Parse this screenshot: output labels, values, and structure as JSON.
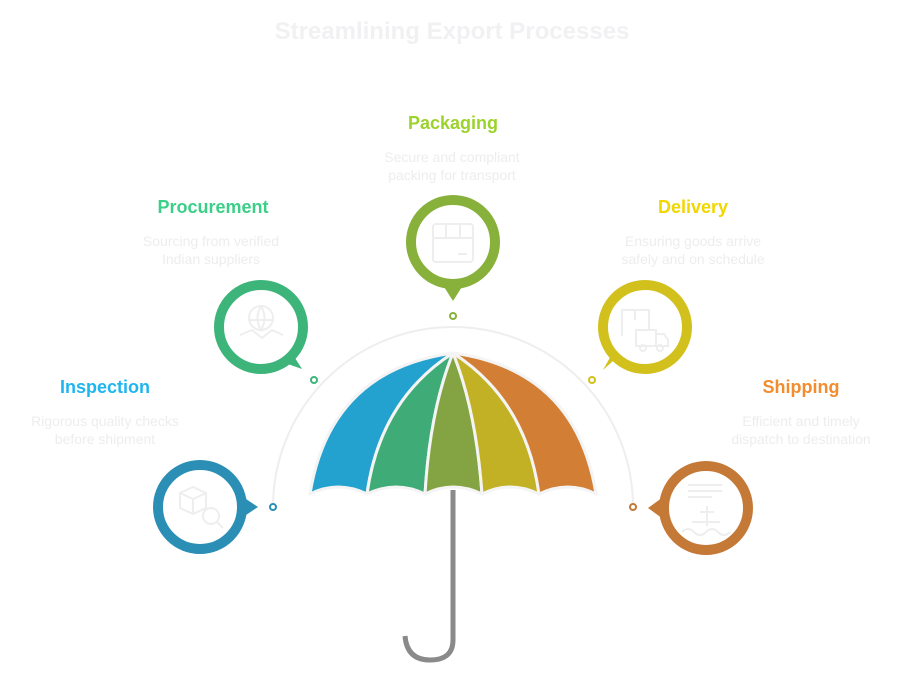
{
  "title": "Streamlining Export Processes",
  "steps": [
    {
      "label": "Inspection",
      "desc1": "Rigorous quality checks",
      "desc2": "before shipment",
      "icon": "box-search-icon",
      "color": "#2b8fb5",
      "label_color": "#1fb6ef"
    },
    {
      "label": "Procurement",
      "desc1": "Sourcing from verified",
      "desc2": "Indian suppliers",
      "icon": "handshake-globe-icon",
      "color": "#3db57a",
      "label_color": "#3ccf88"
    },
    {
      "label": "Packaging",
      "desc1": "Secure and compliant",
      "desc2": "packing for transport",
      "icon": "package-icon",
      "color": "#87b13b",
      "label_color": "#9bd32c"
    },
    {
      "label": "Delivery",
      "desc1": "Ensuring goods arrive",
      "desc2": "safely and on schedule",
      "icon": "delivery-truck-icon",
      "color": "#d2c01c",
      "label_color": "#f2d600"
    },
    {
      "label": "Shipping",
      "desc1": "Efficient and timely",
      "desc2": "dispatch to destination",
      "icon": "ship-icon",
      "color": "#c47936",
      "label_color": "#f28c2f"
    }
  ]
}
